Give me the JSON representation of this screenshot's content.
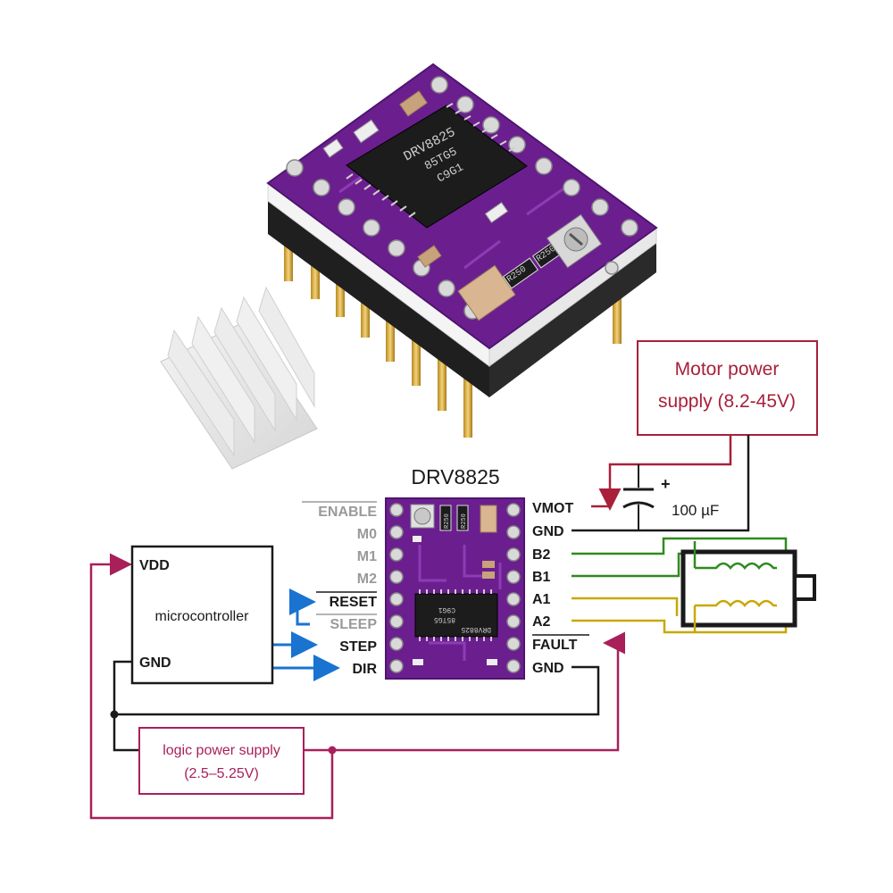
{
  "title": "DRV8825",
  "colors": {
    "power_red": "#a8203a",
    "logic_red": "#a8205a",
    "signal_blue": "#1a73d0",
    "coil_green": "#2e8b1e",
    "coil_yellow": "#c8a800",
    "board_purple": "#6b1f8f",
    "wire_black": "#1a1a1a"
  },
  "board_photo": {
    "chip_line1": "DRV8825",
    "chip_line2": "85TG5",
    "chip_line3": "C9G1",
    "resistor_label": "R250"
  },
  "left_pins": [
    "ENABLE",
    "M0",
    "M1",
    "M2",
    "RESET",
    "SLEEP",
    "STEP",
    "DIR"
  ],
  "right_pins": [
    "VMOT",
    "GND",
    "B2",
    "B1",
    "A1",
    "A2",
    "FAULT",
    "GND"
  ],
  "microcontroller": {
    "name": "microcontroller",
    "vdd": "VDD",
    "gnd": "GND"
  },
  "motor_supply": {
    "line1": "Motor power",
    "line2": "supply (8.2-45V)"
  },
  "capacitor": {
    "value": "100 µF",
    "polarity": "+"
  },
  "logic_supply": {
    "line1": "logic power supply",
    "line2": "(2.5–5.25V)"
  }
}
